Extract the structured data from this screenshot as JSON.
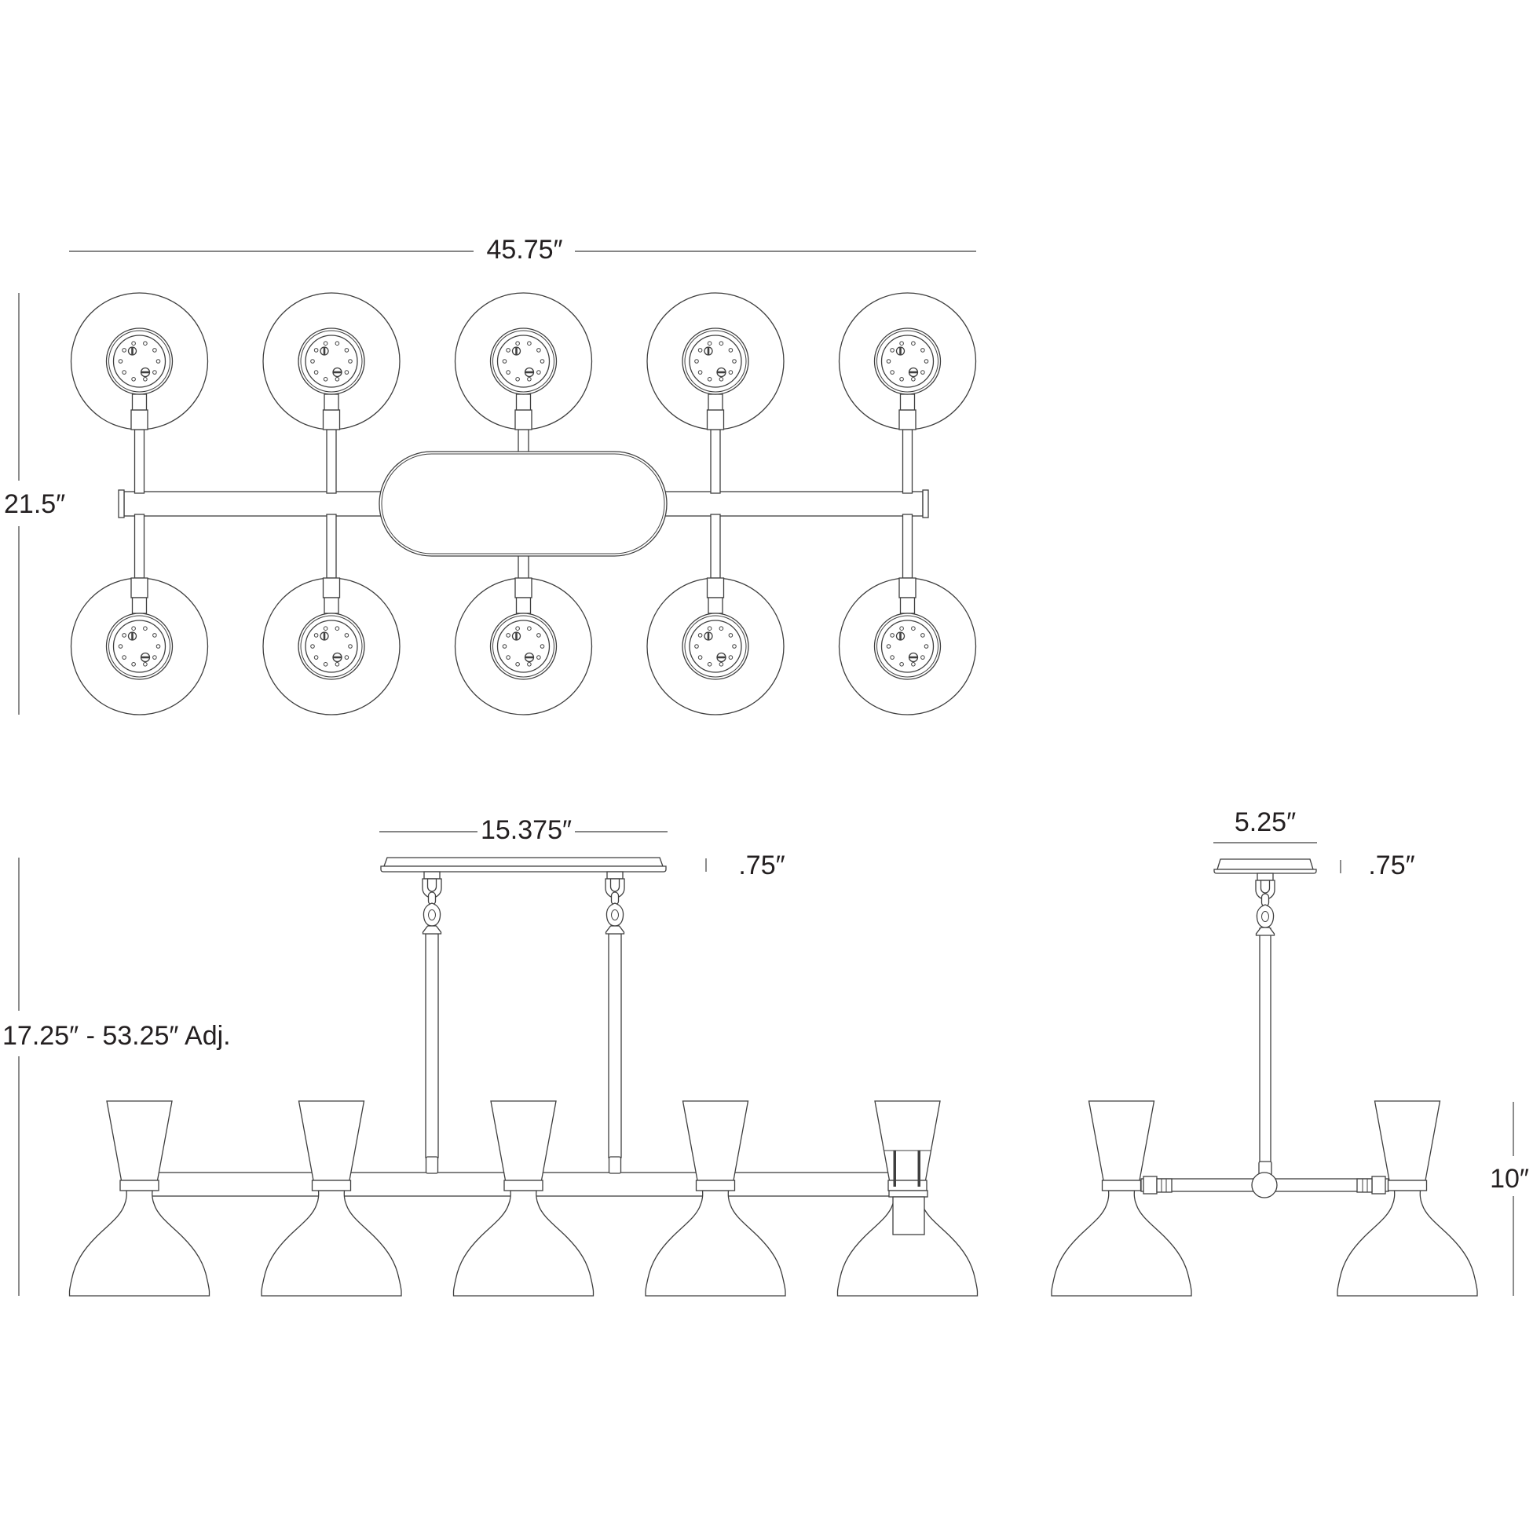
{
  "theme": {
    "bg": "#ffffff",
    "line": "#3f3f3f",
    "text": "#231f20"
  },
  "drawing": {
    "views": {
      "plan": {
        "shade_count": 10,
        "labels": {
          "width": "45.75″",
          "depth": "21.5″"
        }
      },
      "front": {
        "shade_count": 5,
        "labels": {
          "canopy_width": "15.375″",
          "canopy_height": ".75″",
          "height_range": "17.25″ - 53.25″ Adj."
        }
      },
      "side": {
        "shade_count": 2,
        "labels": {
          "canopy_width": "5.25″",
          "canopy_height": ".75″",
          "shade_height": "10″"
        }
      }
    }
  }
}
